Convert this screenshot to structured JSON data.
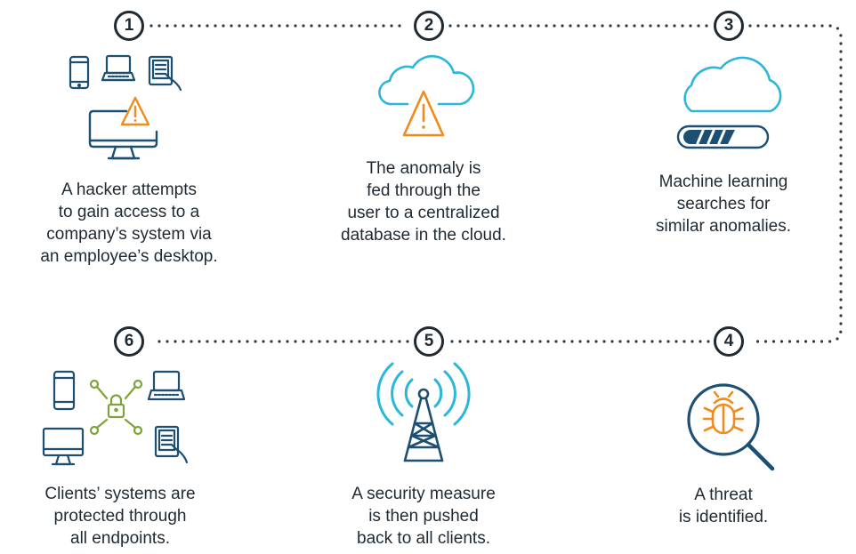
{
  "steps": [
    {
      "number": "1",
      "lines": [
        "A hacker attempts",
        "to gain access to a",
        "company’s system via",
        "an employee’s desktop."
      ]
    },
    {
      "number": "2",
      "lines": [
        "The anomaly is",
        "fed through the",
        "user to a centralized",
        "database in the cloud."
      ]
    },
    {
      "number": "3",
      "lines": [
        "Machine learning",
        "searches for",
        "similar anomalies."
      ]
    },
    {
      "number": "4",
      "lines": [
        "A threat",
        "is identified."
      ]
    },
    {
      "number": "5",
      "lines": [
        "A security measure",
        "is then pushed",
        "back to all clients."
      ]
    },
    {
      "number": "6",
      "lines": [
        "Clients’ systems are",
        "protected through",
        "all endpoints."
      ]
    }
  ],
  "colors": {
    "navy": "#1d4f73",
    "dark": "#1f2a33",
    "orange": "#f08c1e",
    "cyan": "#2bb7da",
    "green": "#7ea33a",
    "dots": "#2d3a44"
  },
  "icons": [
    "devices-icon",
    "desktop-warning-icon",
    "cloud-warning-icon",
    "cloud-progress-icon",
    "bug-magnify-icon",
    "antenna-broadcast-icon",
    "connected-devices-lock-icon"
  ]
}
